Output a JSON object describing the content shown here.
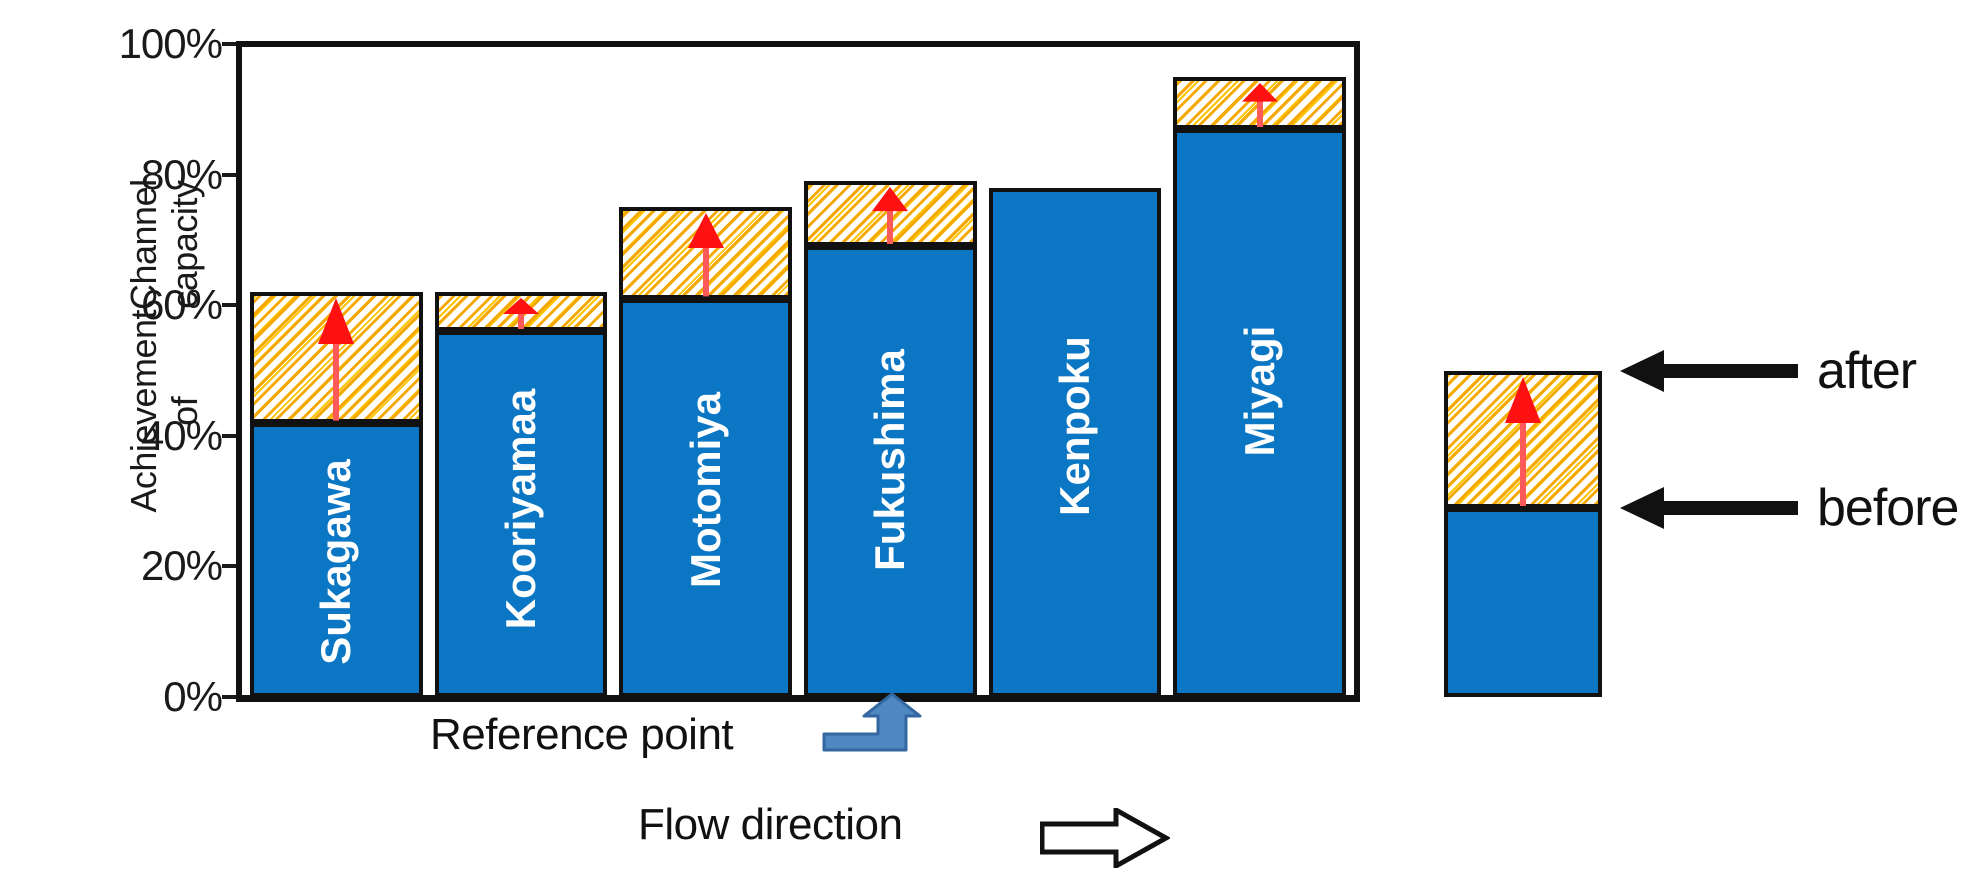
{
  "chart_data": {
    "type": "bar",
    "title": "",
    "subtype": "stacked before/after achievement bars",
    "xlabel": "",
    "ylabel": "Achievement of\nChannel capacity",
    "ylim": [
      0,
      100
    ],
    "ytick_labels": [
      "0%",
      "20%",
      "40%",
      "60%",
      "80%",
      "100%"
    ],
    "ytick_values": [
      0,
      20,
      40,
      60,
      80,
      100
    ],
    "grid": false,
    "units": "percent",
    "categories": [
      "Sukagawa",
      "Kooriyamaa",
      "Motomiya",
      "Fukushima",
      "Kenpoku",
      "Miyagi"
    ],
    "series": [
      {
        "name": "before",
        "values": [
          42,
          56,
          61,
          69,
          78,
          87
        ]
      },
      {
        "name": "after",
        "values": [
          62,
          62,
          75,
          79,
          78,
          95
        ]
      }
    ],
    "bars": [
      {
        "label": "Sukagawa",
        "before": 42,
        "after": 62,
        "has_increase_arrow": true
      },
      {
        "label": "Kooriyamaa",
        "before": 56,
        "after": 62,
        "has_increase_arrow": true
      },
      {
        "label": "Motomiya",
        "before": 61,
        "after": 75,
        "has_increase_arrow": true
      },
      {
        "label": "Fukushima",
        "before": 69,
        "after": 79,
        "has_increase_arrow": true
      },
      {
        "label": "Kenpoku",
        "before": 78,
        "after": 78,
        "has_increase_arrow": false
      },
      {
        "label": "Miyagi",
        "before": 87,
        "after": 95,
        "has_increase_arrow": true
      }
    ],
    "legend": {
      "position": "right",
      "sample": {
        "before": 29,
        "after": 50
      },
      "entries": [
        {
          "label": "after",
          "points_to": "top of hatched segment"
        },
        {
          "label": "before",
          "points_to": "top of solid blue segment"
        }
      ]
    },
    "annotations": [
      {
        "name": "reference-point",
        "text": "Reference point",
        "marker": "blue-L-up-arrow"
      },
      {
        "name": "flow-direction",
        "text": "Flow direction",
        "marker": "hollow-right-arrow"
      }
    ],
    "colors": {
      "before_fill": "#0b76c4",
      "after_hatch": "#f5a800",
      "after_bg": "#ffffff",
      "outline": "#111111",
      "increase_arrow": "#ff1a1a",
      "reference_arrow": "#4f87c0",
      "text": "#1a1a1a"
    }
  },
  "axis": {
    "ylabel_line1": "Achievement of",
    "ylabel_line2": "Channel capacity",
    "ticks": [
      {
        "label": "100%",
        "value": 100
      },
      {
        "label": "80%",
        "value": 80
      },
      {
        "label": "60%",
        "value": 60
      },
      {
        "label": "40%",
        "value": 40
      },
      {
        "label": "20%",
        "value": 20
      },
      {
        "label": "0%",
        "value": 0
      }
    ]
  },
  "legend": {
    "after_label": "after",
    "before_label": "before"
  },
  "annotations": {
    "reference_point": "Reference point",
    "flow_direction": "Flow direction"
  }
}
